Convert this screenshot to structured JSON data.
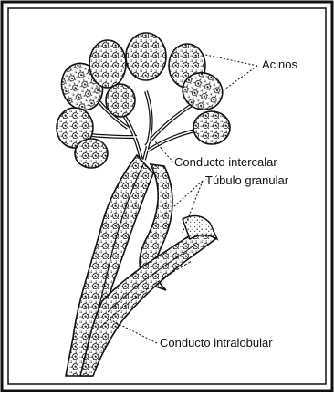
{
  "labels": {
    "acinos": "Acinos",
    "conducto_intercalar": "Conducto intercalar",
    "tubulo_granular": "Túbulo granular",
    "conducto_intralobular": "Conducto intralobular"
  },
  "colors": {
    "ink": "#111111",
    "background": "#ffffff"
  }
}
